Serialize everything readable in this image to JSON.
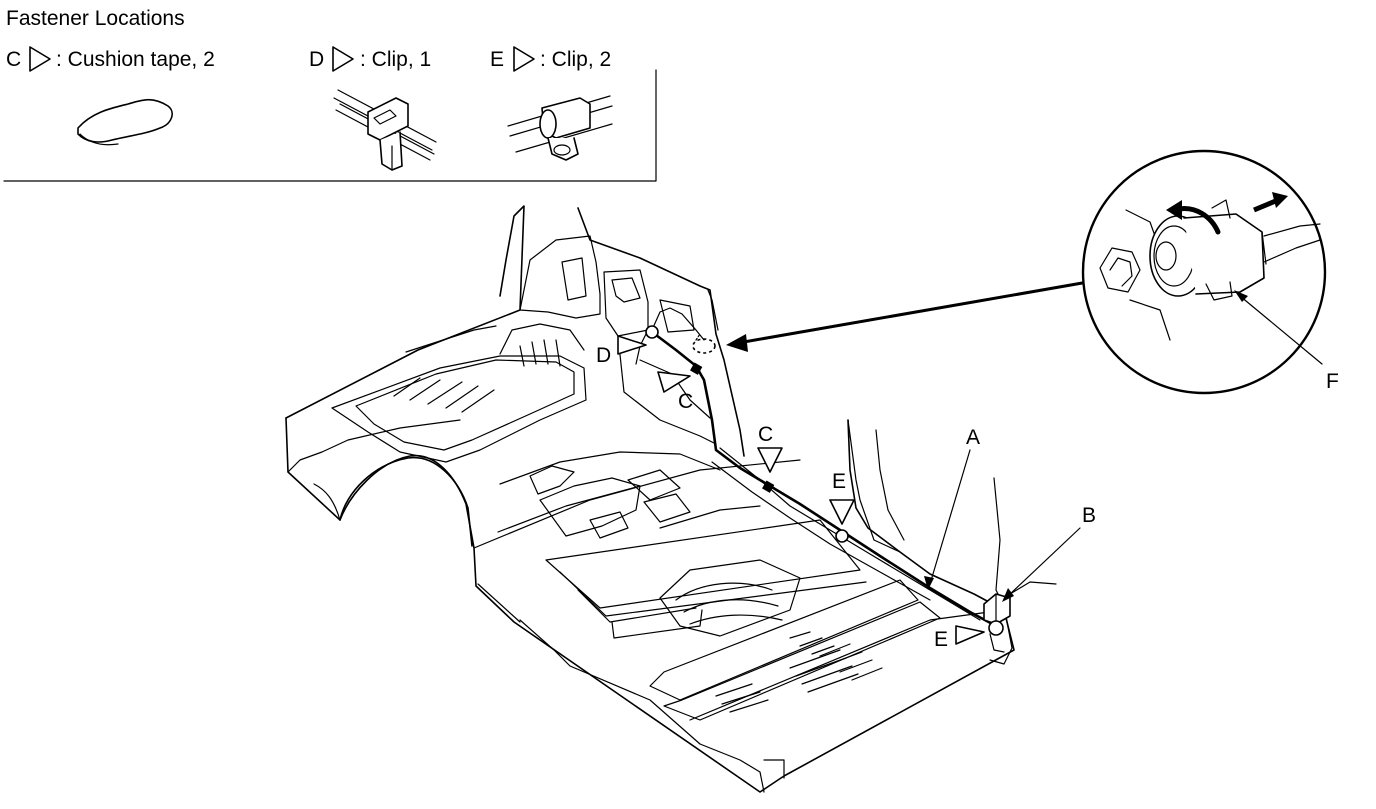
{
  "legend": {
    "title": "Fastener Locations",
    "items": [
      {
        "letter": "C",
        "text": ": Cushion tape, 2",
        "icon": "cushion-tape-icon"
      },
      {
        "letter": "D",
        "text": ": Clip, 1",
        "icon": "clip-d-icon"
      },
      {
        "letter": "E",
        "text": ": Clip, 2",
        "icon": "clip-e-icon"
      }
    ]
  },
  "callouts": {
    "A": "A",
    "B": "B",
    "F": "F",
    "C1": "C",
    "C2": "C",
    "D": "D",
    "E1": "E",
    "E2": "E"
  },
  "colors": {
    "line": "#000000",
    "background": "#ffffff"
  }
}
